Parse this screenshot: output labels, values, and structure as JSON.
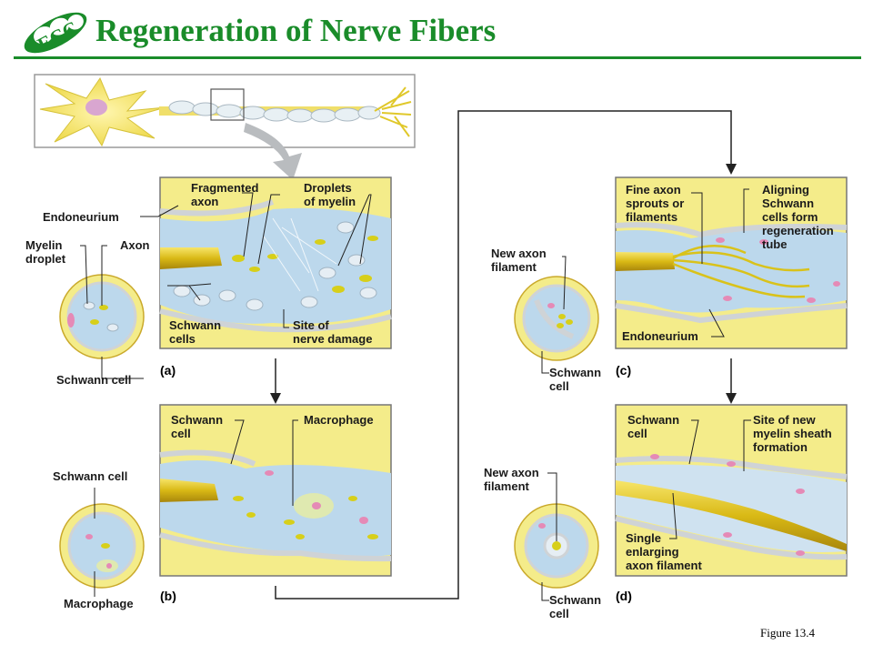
{
  "title": "Regeneration of Nerve Fibers",
  "logo_text": "ECC",
  "figure_label": "Figure 13.4",
  "colors": {
    "title_green": "#1a8c2a",
    "nerve_yellow": "#f4ec8a",
    "axon_gold": "#d9c21a",
    "fluid_blue": "#bcd8ec",
    "schwann_gray": "#d7d9dc",
    "nucleus_pink": "#e58ab6"
  },
  "panels": {
    "a": {
      "tag": "(a)",
      "labels": {
        "fragmented_axon": [
          "Fragmented",
          "axon"
        ],
        "droplets_myelin": [
          "Droplets",
          "of myelin"
        ],
        "endoneurium": "Endoneurium",
        "myelin_droplet": [
          "Myelin",
          "droplet"
        ],
        "axon": "Axon",
        "schwann_cells": [
          "Schwann",
          "cells"
        ],
        "site_damage": [
          "Site of",
          "nerve damage"
        ],
        "schwann_cell": "Schwann cell"
      }
    },
    "b": {
      "tag": "(b)",
      "labels": {
        "schwann_cell": [
          "Schwann",
          "cell"
        ],
        "macrophage": "Macrophage",
        "schwann_cell_left": "Schwann cell",
        "macrophage_left": "Macrophage"
      }
    },
    "c": {
      "tag": "(c)",
      "labels": {
        "fine_axon": [
          "Fine axon",
          "sprouts or",
          "filaments"
        ],
        "aligning": [
          "Aligning",
          "Schwann",
          "cells form",
          "regeneration",
          "tube"
        ],
        "new_axon_filament": [
          "New axon",
          "filament"
        ],
        "endoneurium": "Endoneurium",
        "schwann_cell": [
          "Schwann",
          "cell"
        ]
      }
    },
    "d": {
      "tag": "(d)",
      "labels": {
        "schwann_cell": [
          "Schwann",
          "cell"
        ],
        "site_new_myelin": [
          "Site of new",
          "myelin sheath",
          "formation"
        ],
        "new_axon_filament": [
          "New axon",
          "filament"
        ],
        "single_enlarging": [
          "Single",
          "enlarging",
          "axon filament"
        ],
        "schwann_cell_bottom": [
          "Schwann",
          "cell"
        ]
      }
    }
  }
}
